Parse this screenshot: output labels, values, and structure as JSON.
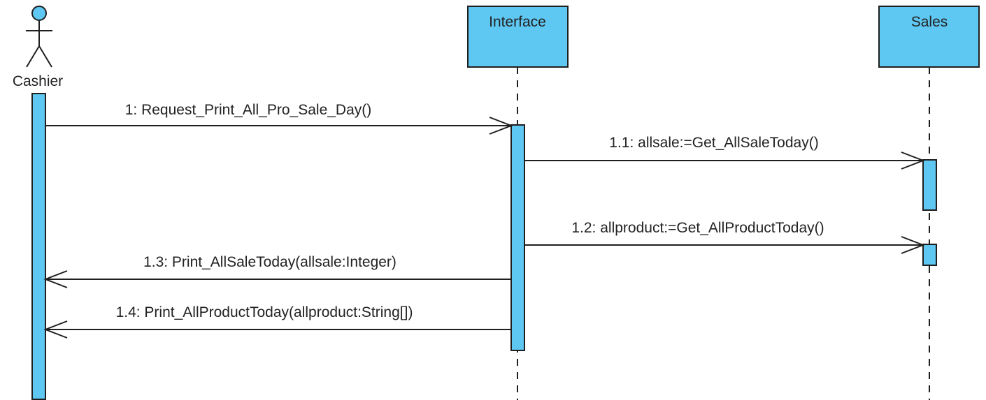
{
  "diagram": {
    "type": "sequence",
    "actors": [
      {
        "label": "Cashier"
      }
    ],
    "participants": [
      {
        "label": "Interface"
      },
      {
        "label": "Sales"
      }
    ],
    "messages": [
      {
        "label": "1: Request_Print_All_Pro_Sale_Day()",
        "from": "Cashier",
        "to": "Interface"
      },
      {
        "label": "1.1: allsale:=Get_AllSaleToday()",
        "from": "Interface",
        "to": "Sales"
      },
      {
        "label": "1.2: allproduct:=Get_AllProductToday()",
        "from": "Interface",
        "to": "Sales"
      },
      {
        "label": "1.3: Print_AllSaleToday(allsale:Integer)",
        "from": "Interface",
        "to": "Cashier"
      },
      {
        "label": "1.4: Print_AllProductToday(allproduct:String[])",
        "from": "Interface",
        "to": "Cashier"
      }
    ],
    "colors": {
      "fill": "#5fc8f2",
      "stroke": "#1f1f1f",
      "text": "#222222"
    }
  }
}
